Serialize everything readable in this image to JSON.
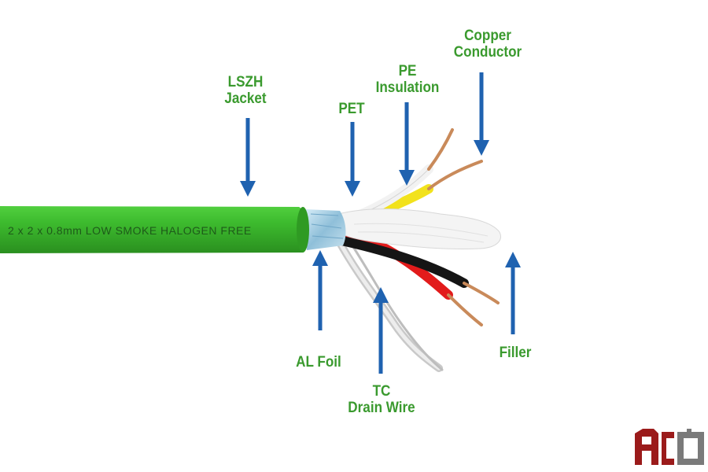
{
  "cable_print": "2 x 2 x 0.8mm  LOW  SMOKE  HALOGEN FREE",
  "colors": {
    "jacket": "#3dbb2e",
    "label_text": "#3a9a2e",
    "arrow": "#1f62b0",
    "copper": "#c98a5a",
    "yellow_insulation": "#f2e21c",
    "red_insulation": "#e21b1b",
    "black_insulation": "#151515",
    "filler": "#f4f4f4",
    "foil": "#9ec6de"
  },
  "labels": {
    "lszh": [
      "LSZH",
      "Jacket"
    ],
    "pet": [
      "PET"
    ],
    "pe_insulation": [
      "PE",
      "Insulation"
    ],
    "copper_conductor": [
      "Copper",
      "Conductor"
    ],
    "al_foil": [
      "AL Foil"
    ],
    "tc_drain_wire": [
      "TC",
      "Drain Wire"
    ],
    "filler": [
      "Filler"
    ]
  },
  "logo": {
    "icon": "aco-logo",
    "colors": [
      "#9b1b1b",
      "#7a7a7a"
    ]
  }
}
